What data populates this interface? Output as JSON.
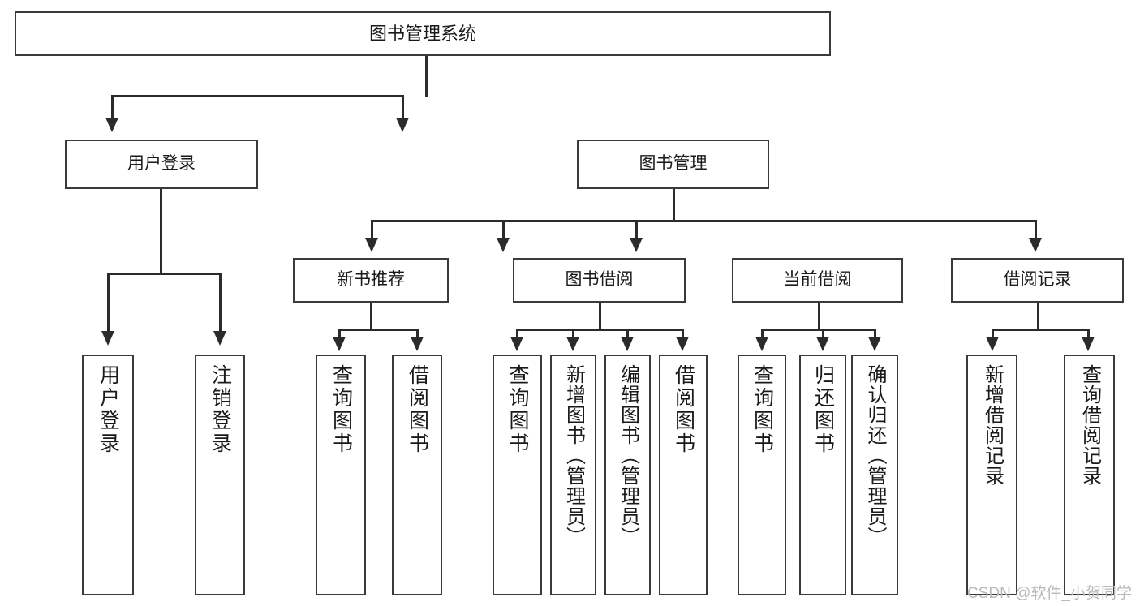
{
  "diagram": {
    "title": "图书管理系统",
    "type": "tree",
    "nodes": {
      "root": {
        "label": "图书管理系统"
      },
      "level2": [
        {
          "id": "user-login",
          "label": "用户登录"
        },
        {
          "id": "book-management",
          "label": "图书管理"
        }
      ],
      "level3": [
        {
          "id": "new-book-recommend",
          "label": "新书推荐"
        },
        {
          "id": "book-borrow",
          "label": "图书借阅"
        },
        {
          "id": "current-borrow",
          "label": "当前借阅"
        },
        {
          "id": "borrow-record",
          "label": "借阅记录"
        }
      ],
      "leaves": [
        {
          "id": "leaf-user-login",
          "label": "用户登录",
          "parent": "user-login"
        },
        {
          "id": "leaf-logout",
          "label": "注销登录",
          "parent": "user-login"
        },
        {
          "id": "leaf-query-book-1",
          "label": "查询图书",
          "parent": "new-book-recommend"
        },
        {
          "id": "leaf-borrow-book-1",
          "label": "借阅图书",
          "parent": "new-book-recommend"
        },
        {
          "id": "leaf-query-book-2",
          "label": "查询图书",
          "parent": "book-borrow"
        },
        {
          "id": "leaf-add-book",
          "label": "新增图书（管理员）",
          "parent": "book-borrow"
        },
        {
          "id": "leaf-edit-book",
          "label": "编辑图书（管理员）",
          "parent": "book-borrow"
        },
        {
          "id": "leaf-borrow-book-2",
          "label": "借阅图书",
          "parent": "book-borrow"
        },
        {
          "id": "leaf-query-book-3",
          "label": "查询图书",
          "parent": "current-borrow"
        },
        {
          "id": "leaf-return-book",
          "label": "归还图书",
          "parent": "current-borrow"
        },
        {
          "id": "leaf-confirm-return",
          "label": "确认归还（管理员）",
          "parent": "current-borrow"
        },
        {
          "id": "leaf-add-record",
          "label": "新增借阅记录",
          "parent": "borrow-record"
        },
        {
          "id": "leaf-query-record",
          "label": "查询借阅记录",
          "parent": "borrow-record"
        }
      ]
    },
    "colors": {
      "box_border": "#3a3a3a",
      "connector": "#2b2b2b",
      "background": "#ffffff",
      "text": "#1a1a1a",
      "watermark": "#b9b9b9"
    }
  },
  "watermark": {
    "text": "CSDN @软件_小贺同学"
  }
}
